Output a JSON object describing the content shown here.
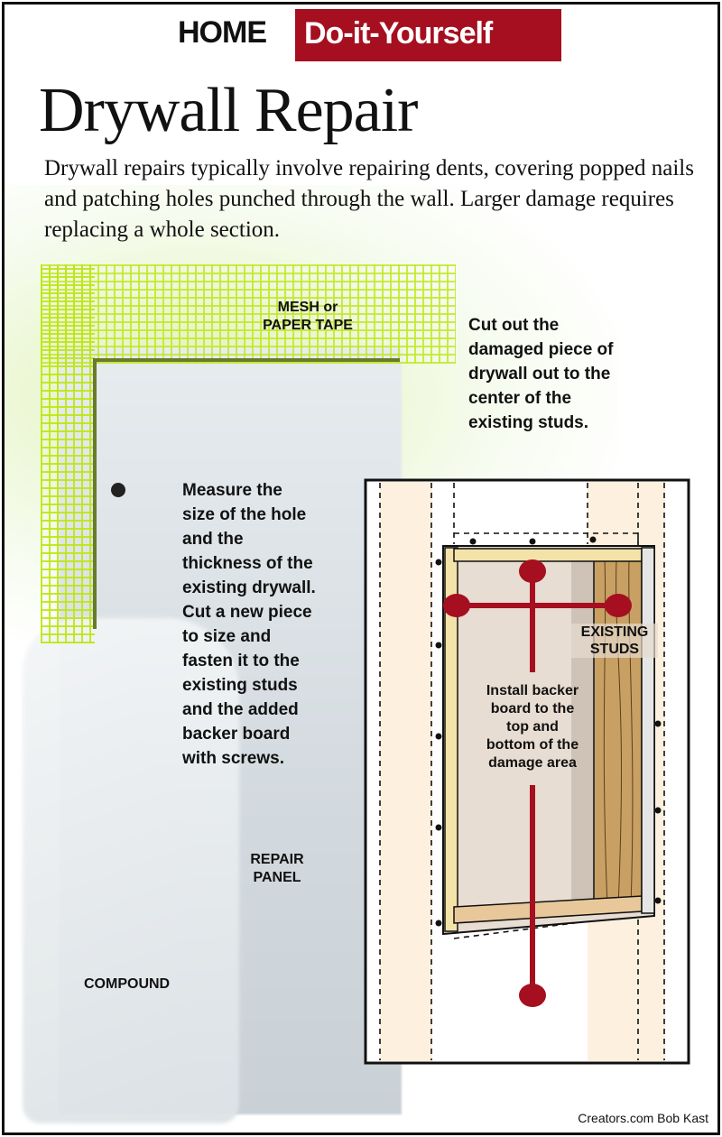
{
  "header": {
    "home": "HOME",
    "section": "Do-it-Yourself"
  },
  "title": "Drywall Repair",
  "intro": "Drywall repairs typically involve repairing dents, covering popped nails and patching holes punched through the wall. Larger damage requires replacing a whole section.",
  "labels": {
    "mesh_line1": "MESH or",
    "mesh_line2": "PAPER TAPE",
    "cut_out": [
      "Cut out the",
      "damaged piece of",
      "drywall out to the",
      "center of the",
      "existing studs."
    ],
    "measure": [
      "Measure the",
      "size of the hole",
      "and the",
      "thickness of the",
      "existing drywall.",
      "Cut a new piece",
      "to size and",
      "fasten it to the",
      "existing studs",
      "and the added",
      "backer board",
      "with screws."
    ],
    "repair_panel": [
      "REPAIR",
      "PANEL"
    ],
    "compound": "COMPOUND",
    "existing_studs": [
      "EXISTING",
      "STUDS"
    ],
    "install": [
      "Install backer",
      "board to the",
      "top and",
      "bottom of the",
      "damage area"
    ]
  },
  "credit": "Creators.com Bob Kast",
  "colors": {
    "accent": "#a50f1f",
    "stud": "#fdf0df",
    "wood": "#c8a064",
    "marker": "#a50f1f"
  }
}
